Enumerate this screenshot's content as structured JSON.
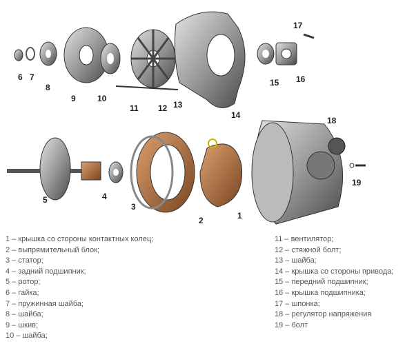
{
  "diagram": {
    "callouts": [
      "1",
      "2",
      "3",
      "4",
      "5",
      "6",
      "7",
      "8",
      "9",
      "10",
      "11",
      "12",
      "13",
      "14",
      "15",
      "16",
      "17",
      "18",
      "19"
    ]
  },
  "legend": {
    "left": [
      "1 – крышка со стороны контактных колец;",
      "2 – выпрямительный блок;",
      "3 – статор;",
      "4 – задний подшипник;",
      "5 – ротор;",
      "6 – гайка;",
      "7 – пружинная шайба;",
      "8 – шайба;",
      "9 – шкив;",
      "10 – шайба;"
    ],
    "right": [
      "11 – вентилятор;",
      "12 – стяжной болт;",
      "13 – шайба;",
      "14 – крышка со стороны привода;",
      "15 – передний подшипник;",
      "16 – крышка подшипника;",
      "17 – шпонка;",
      "18 – регулятор напряжения",
      "19 – болт"
    ]
  }
}
